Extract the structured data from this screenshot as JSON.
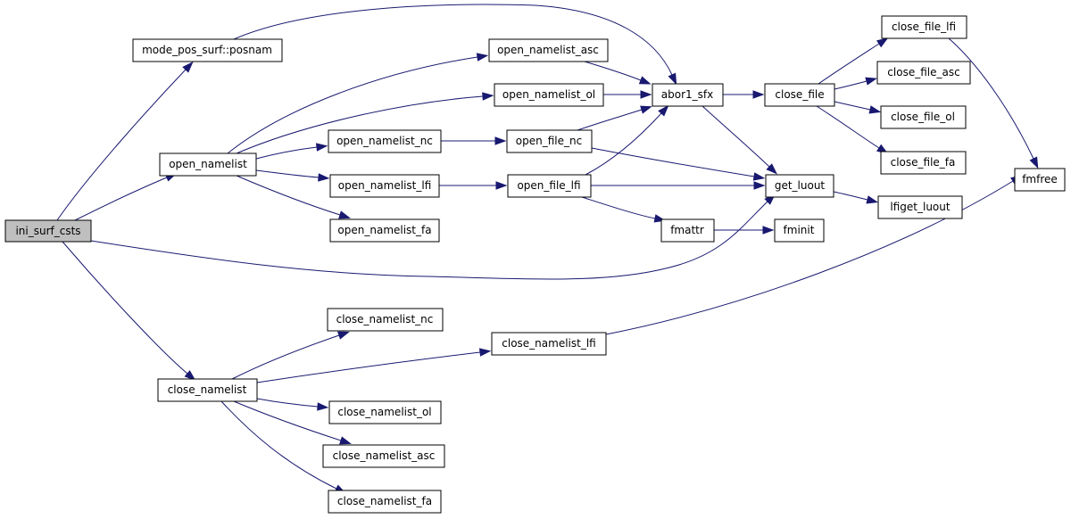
{
  "graph": {
    "nodes": {
      "ini_surf_csts": "ini_surf_csts",
      "mode_pos_surf_posnam": "mode_pos_surf::posnam",
      "open_namelist": "open_namelist",
      "close_namelist": "close_namelist",
      "open_namelist_asc": "open_namelist_asc",
      "open_namelist_ol": "open_namelist_ol",
      "open_namelist_nc": "open_namelist_nc",
      "open_namelist_lfi": "open_namelist_lfi",
      "open_namelist_fa": "open_namelist_fa",
      "open_file_nc": "open_file_nc",
      "open_file_lfi": "open_file_lfi",
      "abor1_sfx": "abor1_sfx",
      "fmattr": "fmattr",
      "fminit": "fminit",
      "close_file": "close_file",
      "get_luout": "get_luout",
      "lfiget_luout": "lfiget_luout",
      "close_file_lfi": "close_file_lfi",
      "close_file_asc": "close_file_asc",
      "close_file_ol": "close_file_ol",
      "close_file_fa": "close_file_fa",
      "fmfree": "fmfree",
      "close_namelist_nc": "close_namelist_nc",
      "close_namelist_lfi": "close_namelist_lfi",
      "close_namelist_ol": "close_namelist_ol",
      "close_namelist_asc": "close_namelist_asc",
      "close_namelist_fa": "close_namelist_fa"
    },
    "root": "ini_surf_csts",
    "edge_color": "#191970",
    "root_fill": "#bfbfbf",
    "edges": [
      [
        "ini_surf_csts",
        "mode_pos_surf_posnam"
      ],
      [
        "ini_surf_csts",
        "open_namelist"
      ],
      [
        "ini_surf_csts",
        "close_namelist"
      ],
      [
        "ini_surf_csts",
        "get_luout"
      ],
      [
        "mode_pos_surf_posnam",
        "abor1_sfx"
      ],
      [
        "open_namelist",
        "open_namelist_asc"
      ],
      [
        "open_namelist",
        "open_namelist_ol"
      ],
      [
        "open_namelist",
        "open_namelist_nc"
      ],
      [
        "open_namelist",
        "open_namelist_lfi"
      ],
      [
        "open_namelist",
        "open_namelist_fa"
      ],
      [
        "open_namelist_asc",
        "abor1_sfx"
      ],
      [
        "open_namelist_ol",
        "abor1_sfx"
      ],
      [
        "open_namelist_nc",
        "open_file_nc"
      ],
      [
        "open_namelist_lfi",
        "open_file_lfi"
      ],
      [
        "open_file_nc",
        "abor1_sfx"
      ],
      [
        "open_file_nc",
        "get_luout"
      ],
      [
        "open_file_lfi",
        "abor1_sfx"
      ],
      [
        "open_file_lfi",
        "get_luout"
      ],
      [
        "open_file_lfi",
        "fmattr"
      ],
      [
        "fmattr",
        "fminit"
      ],
      [
        "abor1_sfx",
        "close_file"
      ],
      [
        "abor1_sfx",
        "get_luout"
      ],
      [
        "close_file",
        "close_file_lfi"
      ],
      [
        "close_file",
        "close_file_asc"
      ],
      [
        "close_file",
        "close_file_ol"
      ],
      [
        "close_file",
        "close_file_fa"
      ],
      [
        "close_file_lfi",
        "fmfree"
      ],
      [
        "get_luout",
        "lfiget_luout"
      ],
      [
        "close_namelist",
        "close_namelist_nc"
      ],
      [
        "close_namelist",
        "close_namelist_lfi"
      ],
      [
        "close_namelist",
        "close_namelist_ol"
      ],
      [
        "close_namelist",
        "close_namelist_asc"
      ],
      [
        "close_namelist",
        "close_namelist_fa"
      ],
      [
        "close_namelist_lfi",
        "fmfree"
      ]
    ]
  }
}
